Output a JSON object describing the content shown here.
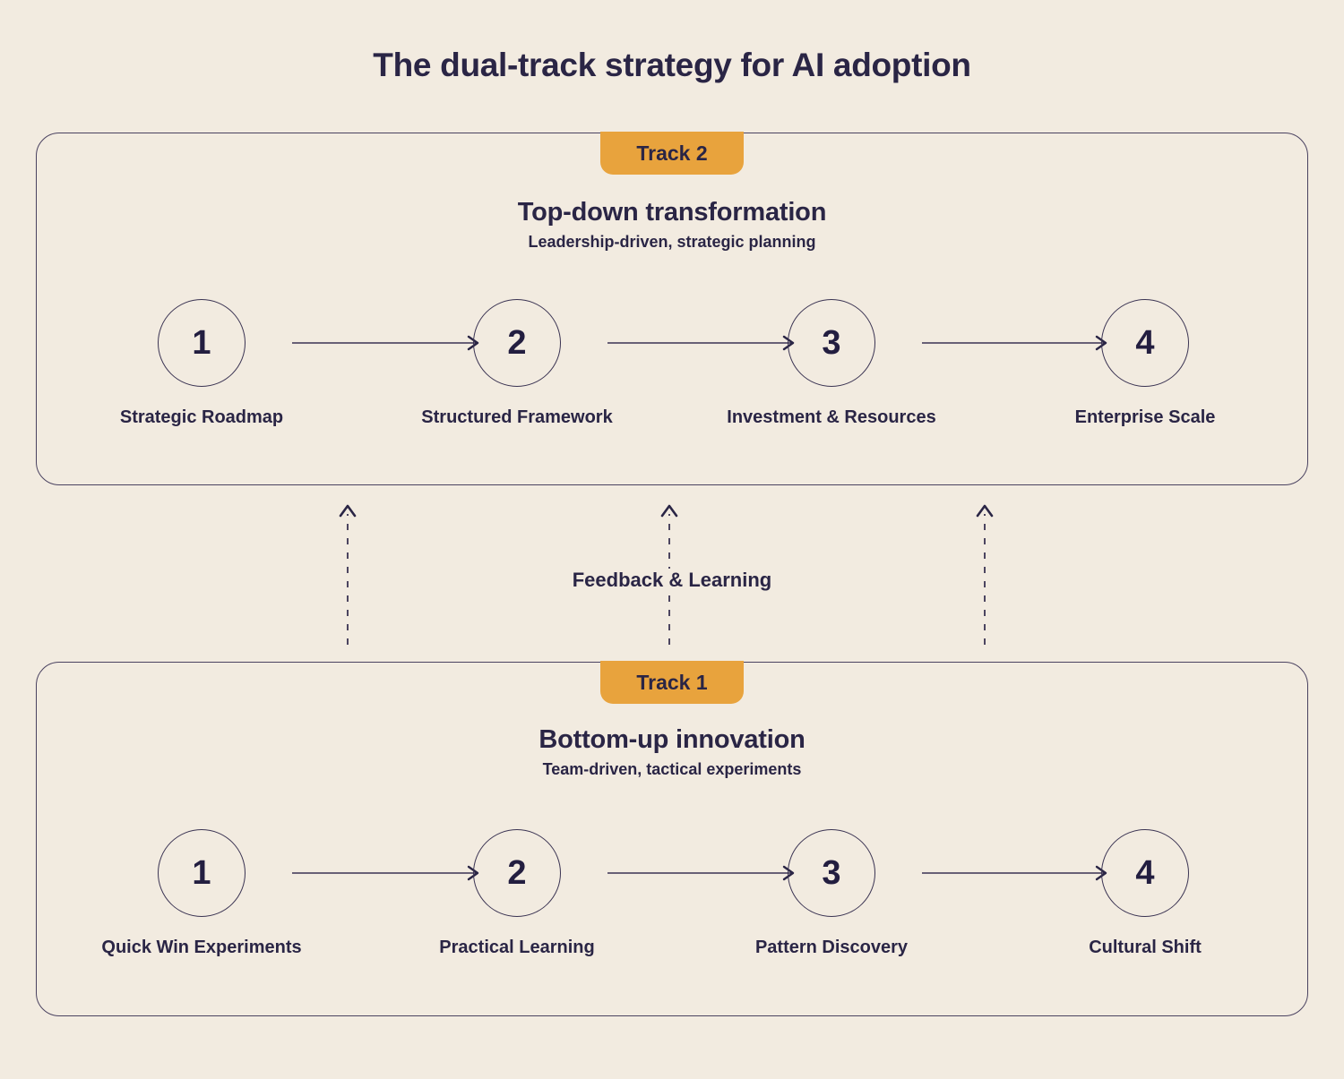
{
  "page": {
    "title": "The dual-track strategy for AI adoption",
    "background_color": "#F2EBE0",
    "text_color": "#2A2545",
    "accent_color": "#E8A33D"
  },
  "tracks": [
    {
      "badge": "Track 2",
      "name": "Top-down transformation",
      "subtitle": "Leadership-driven, strategic planning",
      "steps": [
        {
          "number": "1",
          "label": "Strategic Roadmap"
        },
        {
          "number": "2",
          "label": "Structured Framework"
        },
        {
          "number": "3",
          "label": "Investment & Resources"
        },
        {
          "number": "4",
          "label": "Enterprise Scale"
        }
      ]
    },
    {
      "badge": "Track 1",
      "name": "Bottom-up innovation",
      "subtitle": "Team-driven, tactical experiments",
      "steps": [
        {
          "number": "1",
          "label": "Quick Win Experiments"
        },
        {
          "number": "2",
          "label": "Practical Learning"
        },
        {
          "number": "3",
          "label": "Pattern Discovery"
        },
        {
          "number": "4",
          "label": "Cultural Shift"
        }
      ]
    }
  ],
  "feedback": {
    "label": "Feedback & Learning",
    "direction": "upward",
    "style": "dashed",
    "arrow_count": 3
  }
}
